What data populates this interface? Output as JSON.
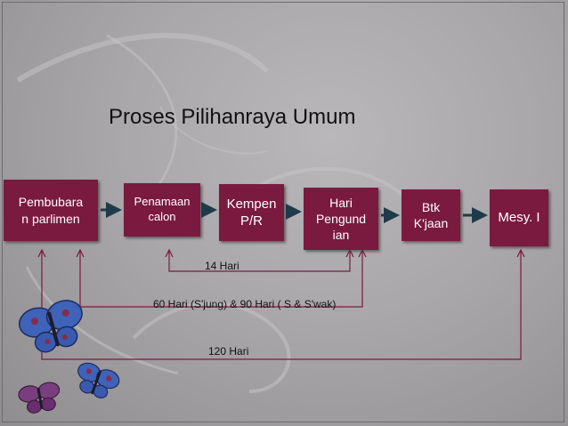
{
  "title": "Proses Pilihanraya Umum",
  "boxes": [
    {
      "id": "pembubaran",
      "label": "Pembubara\nn parlimen"
    },
    {
      "id": "penamaan",
      "label": "Penamaan\ncalon"
    },
    {
      "id": "kempen",
      "label": "Kempen\nP/R"
    },
    {
      "id": "hari-pengundian",
      "label": "Hari\nPengund\nian"
    },
    {
      "id": "btk-kjaan",
      "label": "Btk\nK'jaan"
    },
    {
      "id": "mesy",
      "label": "Mesy. I"
    }
  ],
  "intervals": {
    "days14": "14 Hari",
    "days60_90": "60 Hari (S'jung) & 90 Hari ( S & S'wak)",
    "days120": "120 Hari"
  },
  "colors": {
    "box_fill": "#7a1a3e",
    "box_text": "#ffffff",
    "arrow": "#1f3a4a",
    "connector": "#7a1a3e",
    "background": "#a9a7a9"
  },
  "decorations": [
    "swirl-ornament",
    "butterfly-icon"
  ]
}
